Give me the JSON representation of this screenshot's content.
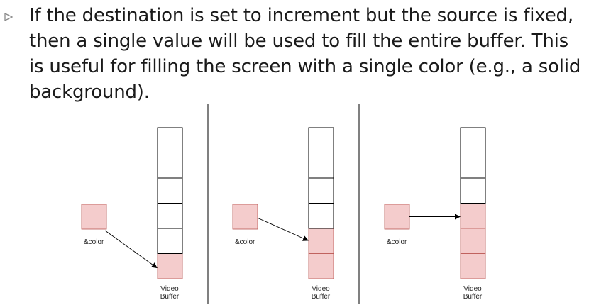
{
  "bullet": {
    "icon": "triangle-bullet-icon",
    "text": "If the destination is set to increment but the source is fixed, then a single value will be used to fill the entire buffer. This is useful for filling the screen with a single color (e.g., a solid background)."
  },
  "panels": [
    {
      "source_label": "&color",
      "buffer_label_line1": "Video",
      "buffer_label_line2": "Buffer",
      "cells_total": 6,
      "cells_filled": 1
    },
    {
      "source_label": "&color",
      "buffer_label_line1": "Video",
      "buffer_label_line2": "Buffer",
      "cells_total": 6,
      "cells_filled": 2
    },
    {
      "source_label": "&color",
      "buffer_label_line1": "Video",
      "buffer_label_line2": "Buffer",
      "cells_total": 6,
      "cells_filled": 3
    }
  ],
  "colors": {
    "fill": "#f4cccc",
    "fill_stroke": "#b85450",
    "cell_stroke": "#000000",
    "divider": "#000000",
    "bullet": "#8a8a8a"
  }
}
